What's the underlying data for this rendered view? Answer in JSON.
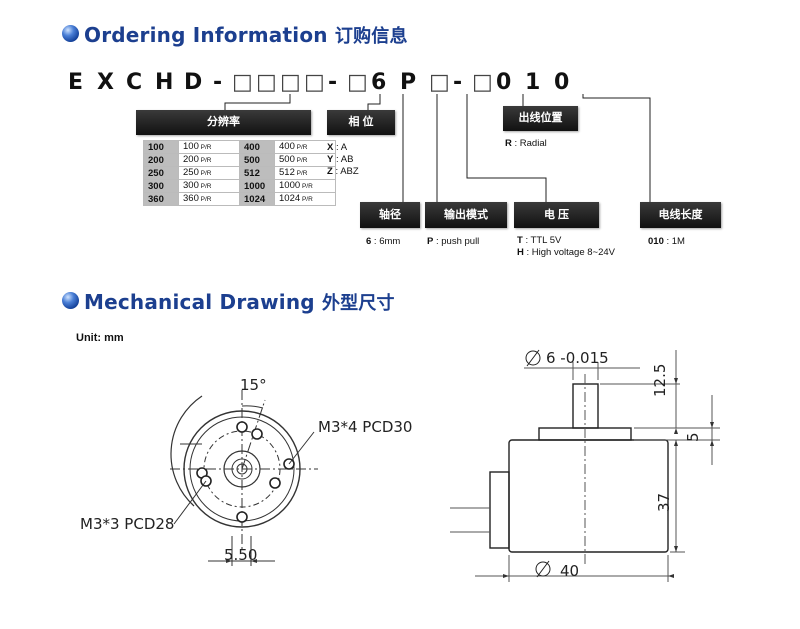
{
  "ordering": {
    "title": "Ordering Information",
    "title_cn": "订购信息",
    "model": [
      "E",
      "X",
      "C",
      "H",
      "D",
      "-",
      "□",
      "□",
      "□",
      "□",
      "-",
      "□",
      "6",
      "P",
      "□",
      "-",
      "□",
      "0",
      "1",
      "0"
    ],
    "resolution": {
      "header": "分辨率",
      "rows": [
        [
          "100",
          "100",
          "400",
          "400"
        ],
        [
          "200",
          "200",
          "500",
          "500"
        ],
        [
          "250",
          "250",
          "512",
          "512"
        ],
        [
          "300",
          "300",
          "1000",
          "1000"
        ],
        [
          "360",
          "360",
          "1024",
          "1024"
        ]
      ],
      "unit": "P/R"
    },
    "phase": {
      "header": "相 位",
      "items": [
        {
          "k": "X",
          "v": ": A"
        },
        {
          "k": "Y",
          "v": ": AB"
        },
        {
          "k": "Z",
          "v": ": ABZ"
        }
      ]
    },
    "cable_pos": {
      "header": "出线位置",
      "items": [
        {
          "k": "R",
          "v": ": Radial"
        }
      ]
    },
    "shaft": {
      "header": "轴径",
      "items": [
        {
          "k": "6",
          "v": ": 6mm"
        }
      ]
    },
    "output": {
      "header": "输出模式",
      "items": [
        {
          "k": "P",
          "v": ": push pull"
        }
      ]
    },
    "voltage": {
      "header": "电 压",
      "items": [
        {
          "k": "T",
          "v": ": TTL 5V"
        },
        {
          "k": "H",
          "v": ": High voltage 8~24V"
        }
      ]
    },
    "cable_len": {
      "header": "电线长度",
      "items": [
        {
          "k": "010",
          "v": ": 1M"
        }
      ]
    }
  },
  "mechanical": {
    "title": "Mechanical Drawing",
    "title_cn": "外型尺寸",
    "unit_label": "Unit: mm",
    "front": {
      "angle": "15°",
      "m3_4": "M3*4 PCD30",
      "m3_3": "M3*3 PCD28",
      "dim_550": "5.50"
    },
    "side": {
      "shaft_dia": "6 -0.015",
      "shaft_len": "12.5",
      "boss": "5",
      "body_h": "37",
      "body_dia": "40"
    }
  },
  "colors": {
    "heading": "#1c3f8f",
    "box": "#1a1a1a"
  }
}
